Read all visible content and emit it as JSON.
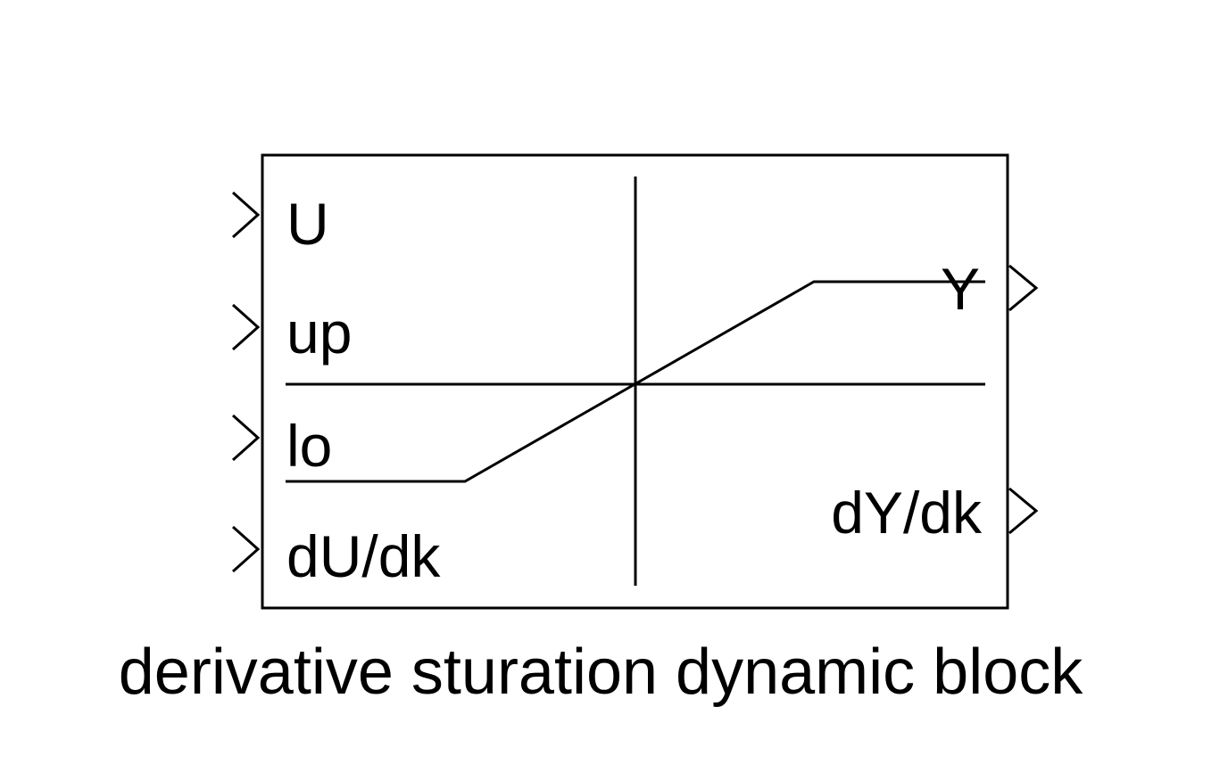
{
  "block": {
    "inputs": [
      {
        "label": "U"
      },
      {
        "label": "up"
      },
      {
        "label": "lo"
      },
      {
        "label": "dU/dk"
      }
    ],
    "outputs": [
      {
        "label": "Y"
      },
      {
        "label": "dY/dk"
      }
    ],
    "caption": "derivative sturation dynamic block"
  },
  "colors": {
    "stroke": "#000000",
    "background": "#ffffff"
  }
}
